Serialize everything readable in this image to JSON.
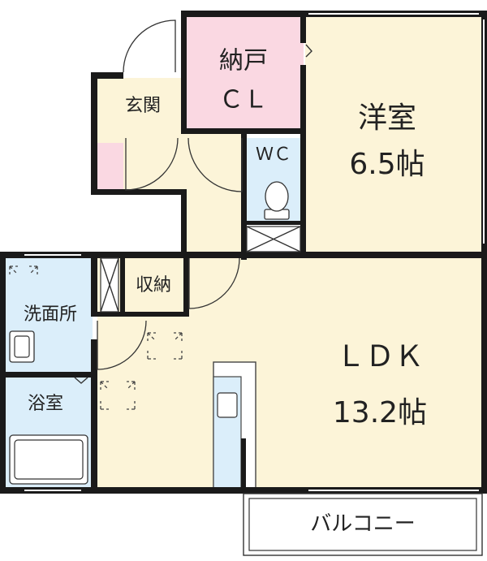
{
  "rooms": {
    "storage": {
      "line1": "納戸",
      "line2": "ＣＬ"
    },
    "entrance": {
      "label": "玄関"
    },
    "western_room": {
      "line1": "洋室",
      "line2": "6.5帖"
    },
    "wc": {
      "label": "ＷＣ"
    },
    "closet": {
      "label": "収納"
    },
    "washroom": {
      "label": "洗面所"
    },
    "bathroom": {
      "label": "浴室"
    },
    "ldk": {
      "line1": "ＬＤＫ",
      "line2": "13.2帖"
    },
    "balcony": {
      "label": "バルコニー"
    }
  },
  "colors": {
    "floor": "#fcf4d8",
    "storage": "#fad8e2",
    "water": "#dbeefa",
    "wall": "#1a1a1a"
  }
}
